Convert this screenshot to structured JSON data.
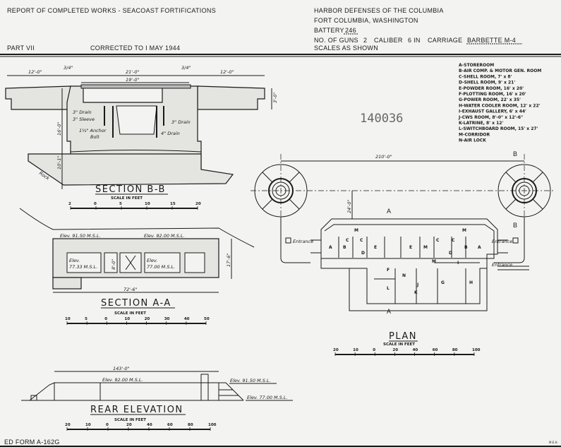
{
  "header": {
    "report_title": "REPORT OF COMPLETED WORKS - SEACOAST FORTIFICATIONS",
    "part": "PART VII",
    "corrected": "CORRECTED TO I MAY 1944",
    "harbor": "HARBOR DEFENSES OF THE COLUMBIA",
    "fort": "FORT COLUMBIA, WASHINGTON",
    "battery_label": "BATTERY",
    "battery_value": "246",
    "guns_label": "NO. OF GUNS",
    "guns_value": "2",
    "caliber_label": "CALIBER",
    "caliber_value": "6 IN",
    "carriage_label": "CARRIAGE",
    "carriage_value": "BARBETTE M-4",
    "scales": "SCALES AS SHOWN"
  },
  "legend": [
    "A-STOREROOM",
    "B-AIR COMP. & MOTOR GEN. ROOM",
    "C-SHELL ROOM, 7' x 8'",
    "D-SHELL ROOM, 9' x 21'",
    "E-POWDER ROOM, 16' x 20'",
    "F-PLOTTING ROOM, 16' x 20'",
    "G-POWER ROOM, 22' x 35'",
    "H-WATER COOLER ROOM, 12' x 22'",
    "I-EXHAUST GALLERY, 6' x 44'",
    "J-CWS ROOM, 8'-0\" x 12'-6\"",
    "K-LATRINE, 8' x 12'",
    "L-SWITCHBOARD ROOM, 15' x 27'",
    "M-CORRIDOR",
    "N-AIR LOCK"
  ],
  "stamp_number": "140036",
  "section_bb": {
    "title": "SECTION B-B",
    "scale_label": "SCALE IN FEET",
    "scale_ticks": [
      "2",
      "0",
      "5",
      "10",
      "15",
      "20"
    ],
    "dims": [
      "12'-0\"",
      "3/4\"",
      "21'-0\"",
      "19'-0\"",
      "3/4\"",
      "12'-0\"",
      "3'-0\"",
      "16'-0\"",
      "10'-1\""
    ],
    "notes": [
      "3\" Drain",
      "3\" Sleeve",
      "1½\" Anchor",
      "Bolt",
      "3\" Drain",
      "4\" Drain",
      "Rock"
    ]
  },
  "section_aa": {
    "title": "SECTION A-A",
    "scale_label": "SCALE IN FEET",
    "scale_ticks": [
      "10",
      "5",
      "0",
      "10",
      "20",
      "30",
      "40",
      "50"
    ],
    "elev_top_left": "Elev. 91.50 M.S.L.",
    "elev_top_right": "Elev. 92.00 M.S.L.",
    "elev_room_left_1": "Elev.",
    "elev_room_left_2": "77.33 M.S.L.",
    "elev_room_right_1": "Elev.",
    "elev_room_right_2": "77.00 M.S.L.",
    "height_dim": "8'-0\"",
    "total_height": "17'-6\"",
    "length": "72'-6\""
  },
  "rear_elevation": {
    "title": "REAR ELEVATION",
    "scale_label": "SCALE IN FEET",
    "scale_ticks": [
      "20",
      "10",
      "0",
      "20",
      "40",
      "60",
      "80",
      "100"
    ],
    "length": "143'-0\"",
    "elev_top": "Elev. 92.00 M.S.L.",
    "elev_right_top": "Elev. 91.50 M.S.L.",
    "elev_right_bottom": "Elev. 77.00 M.S.L."
  },
  "plan": {
    "title": "PLAN",
    "scale_label": "SCALE IN FEET",
    "scale_ticks": [
      "20",
      "10",
      "0",
      "20",
      "40",
      "60",
      "80",
      "100"
    ],
    "gun_spacing": "210'-0\"",
    "offset": "24'-0\"",
    "section_a": "A",
    "section_b": "B",
    "entrance": "Entrance",
    "rooms": [
      "A",
      "B",
      "C",
      "C",
      "D",
      "E",
      "E",
      "M",
      "C",
      "C",
      "D",
      "B",
      "A",
      "M",
      "M",
      "F",
      "N",
      "J",
      "I",
      "G",
      "H",
      "L",
      "K",
      "M"
    ]
  },
  "footer": {
    "form": "ED FORM A-162G",
    "initials": "M.E.H."
  }
}
